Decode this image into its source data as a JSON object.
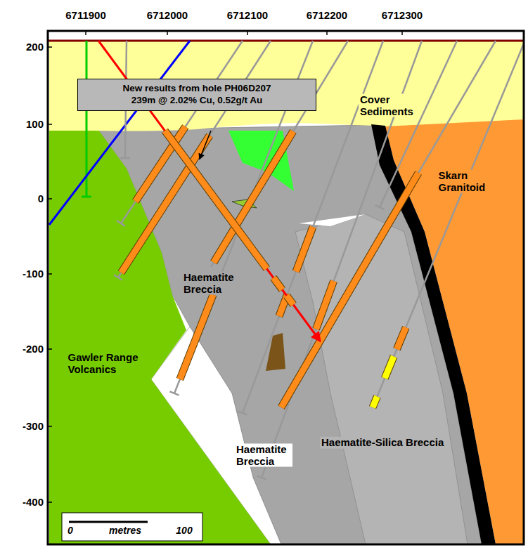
{
  "diagram": {
    "nodes": [
      {
        "text": [
          "New results from hole PH06D207",
          "239m @ 2.02% Cu, 0.52g/t Au"
        ]
      }
    ],
    "labels": [
      "6711900",
      "6712000",
      "6712100",
      "6712200",
      "6712300",
      "200",
      "100",
      "0",
      "-100",
      "-200",
      "-300",
      "-400",
      "Cover Sediments",
      "Skarn Granitoid",
      "Haematite Breccia",
      "Gawler Range Volcanics",
      "Haematite Breccia",
      "Haematite-Silica Breccia",
      "0",
      "metres",
      "100"
    ]
  }
}
